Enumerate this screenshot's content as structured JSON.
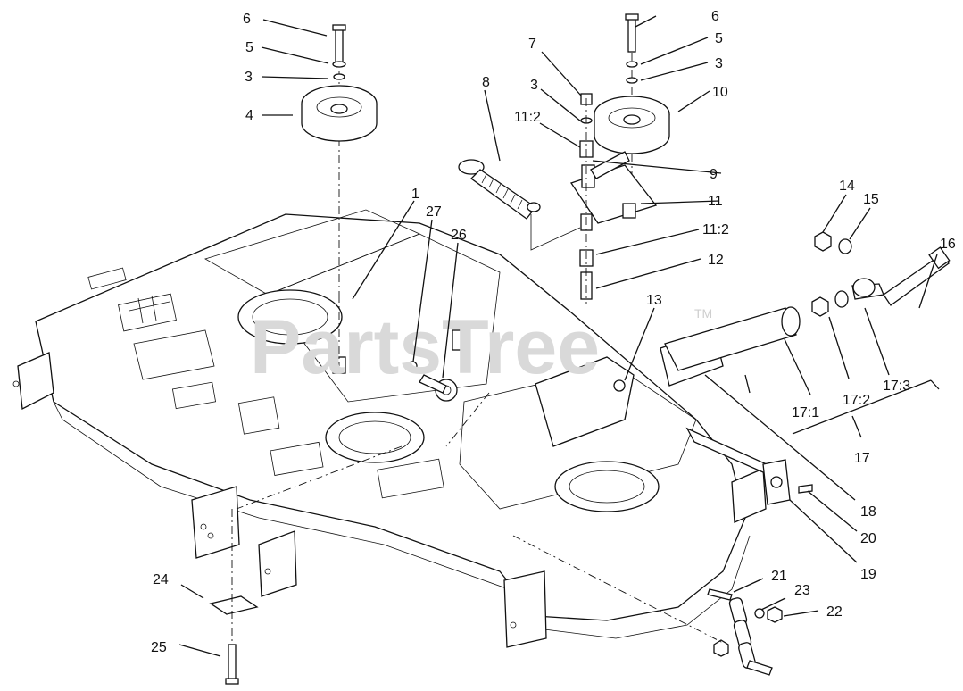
{
  "watermark": {
    "text": "PartsTree",
    "tm": "TM"
  },
  "callouts": {
    "c1": "1",
    "c3a": "3",
    "c3b": "3",
    "c3c": "3",
    "c4": "4",
    "c5a": "5",
    "c5b": "5",
    "c6a": "6",
    "c6b": "6",
    "c7": "7",
    "c8": "8",
    "c9": "9",
    "c10": "10",
    "c11": "11",
    "c11_2a": "11:2",
    "c11_2b": "11:2",
    "c12": "12",
    "c13": "13",
    "c14": "14",
    "c15": "15",
    "c16": "16",
    "c17": "17",
    "c17_1": "17:1",
    "c17_2": "17:2",
    "c17_3": "17:3",
    "c18": "18",
    "c19": "19",
    "c20": "20",
    "c21": "21",
    "c22": "22",
    "c23": "23",
    "c24": "24",
    "c25": "25",
    "c26": "26",
    "c27": "27"
  }
}
